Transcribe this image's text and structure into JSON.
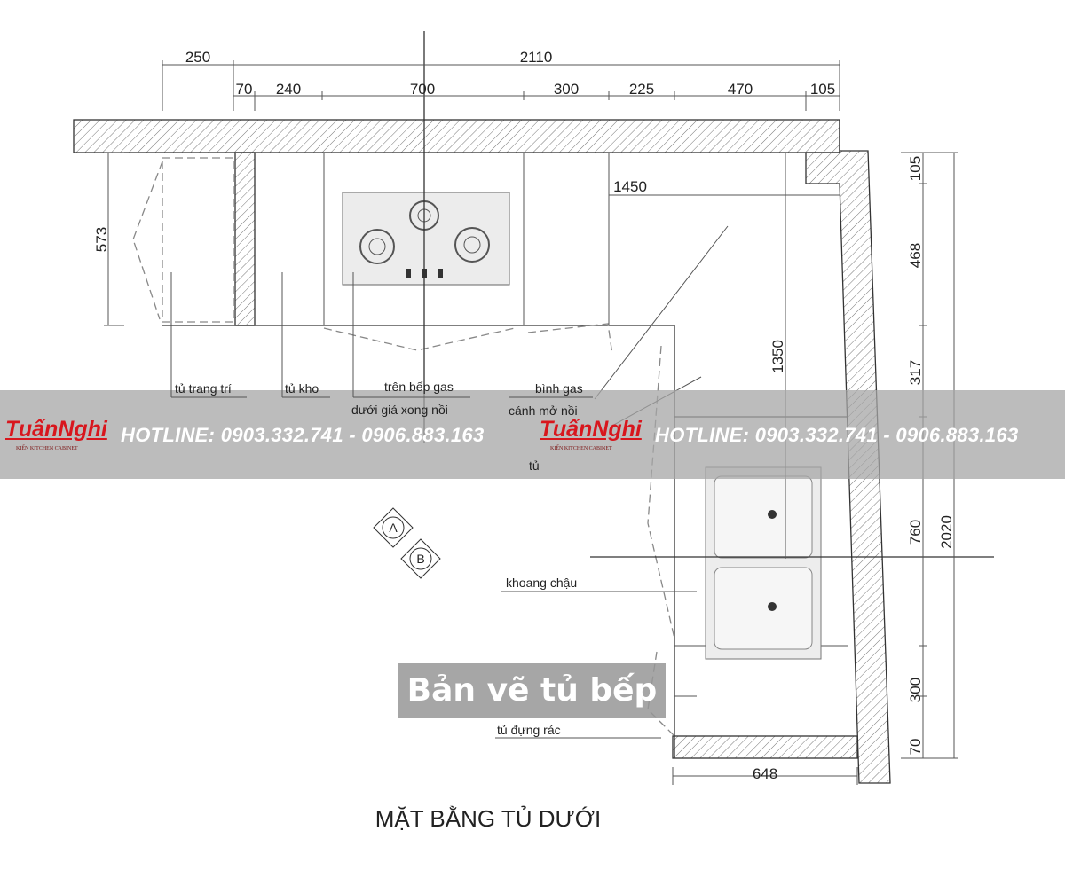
{
  "title": "MẶT BẰNG TỦ DƯỚI",
  "caption": "Bản vẽ tủ bếp",
  "watermark": {
    "logo": "TuấnNghi",
    "logo_sub": "KIẾN KITCHEN CABINET",
    "hotline": "HOTLINE: 0903.332.741 - 0906.883.163",
    "logo_color": "#d8161d"
  },
  "dimensions": {
    "top_overall": [
      "250",
      "2110"
    ],
    "top_segments": [
      "70",
      "240",
      "700",
      "300",
      "225",
      "470",
      "105"
    ],
    "left": "573",
    "right_segments": [
      "105",
      "468",
      "317",
      "760",
      "300",
      "70"
    ],
    "right_overall": "2020",
    "inner_horizontal": "1450",
    "inner_vertical": "1350",
    "bottom": "648"
  },
  "labels": {
    "decor_cabinet": "tủ trang trí",
    "storage_cabinet": "tủ kho",
    "above_hob": "trên bếp gas",
    "pot_rack": "dưới giá xong nồi",
    "gas_cylinder": "bình gas",
    "pot_door": "cánh mở nồi",
    "cabinet_partial": "tủ",
    "sink_space": "khoang chậu",
    "trash": "tủ đựng rác",
    "marker_a": "A",
    "marker_b": "B"
  }
}
